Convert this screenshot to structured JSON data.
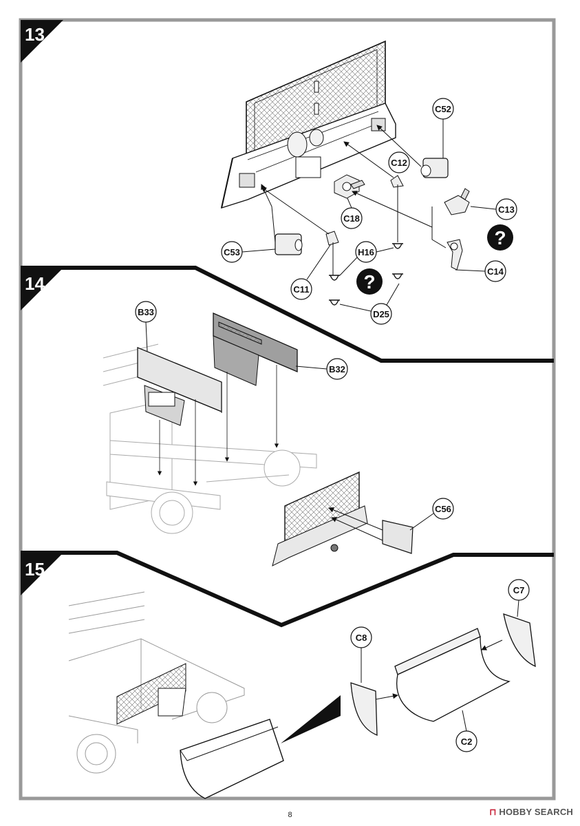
{
  "page": {
    "number": "8"
  },
  "steps": [
    {
      "number": "13",
      "parts": [
        "C52",
        "C12",
        "C13",
        "C18",
        "C53",
        "H16",
        "C11",
        "C14",
        "D25"
      ]
    },
    {
      "number": "14",
      "parts": [
        "B33",
        "B32",
        "C56"
      ]
    },
    {
      "number": "15",
      "parts": [
        "C7",
        "C8",
        "C2"
      ]
    }
  ],
  "watermark": {
    "brand": "HOBBY SEARCH"
  },
  "icons": {
    "question": "question-mark-icon"
  }
}
